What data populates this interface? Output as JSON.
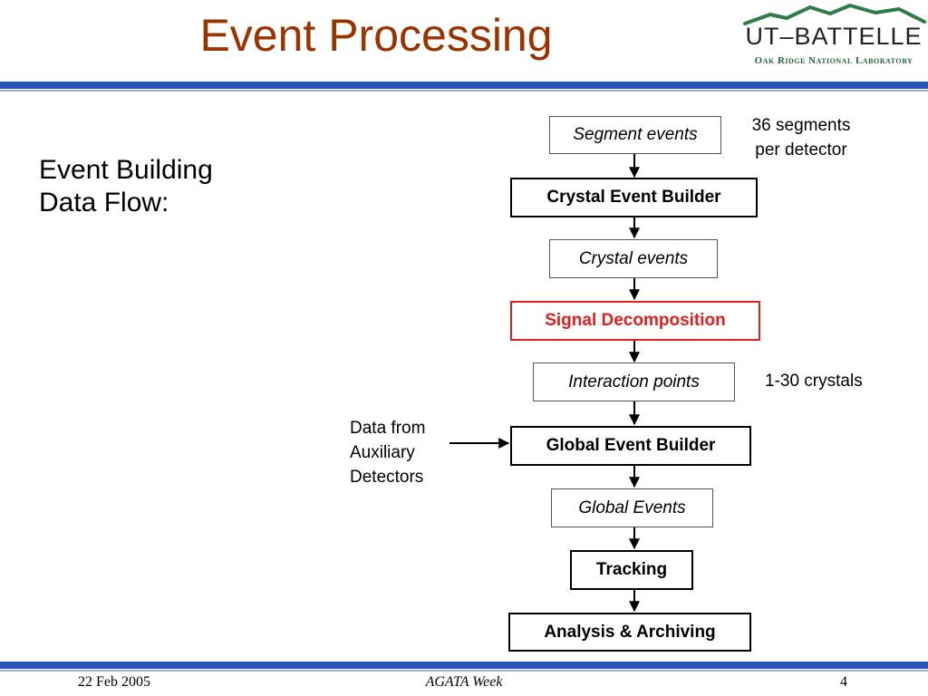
{
  "title": "Event Processing",
  "logo": {
    "name": "UT–BATTELLE",
    "subtitle": "Oak Ridge National Laboratory",
    "colors": {
      "mountain": "#2e7d46",
      "text": "#222222"
    }
  },
  "subtitle_lines": [
    "Event Building",
    "Data Flow:"
  ],
  "flow": {
    "segment_events": "Segment events",
    "crystal_event_builder": "Crystal Event Builder",
    "crystal_events": "Crystal events",
    "signal_decomposition": "Signal Decomposition",
    "interaction_points": "Interaction points",
    "global_event_builder": "Global Event Builder",
    "global_events": "Global Events",
    "tracking": "Tracking",
    "analysis_archiving": "Analysis & Archiving"
  },
  "notes": {
    "segments_line1": "36 segments",
    "segments_line2": "per detector",
    "crystals": "1-30 crystals",
    "aux_line1": "Data from",
    "aux_line2": "Auxiliary",
    "aux_line3": "Detectors"
  },
  "footer": {
    "date": "22 Feb 2005",
    "event": "AGATA Week",
    "page": "4"
  },
  "colors": {
    "title": "#993300",
    "rule": "#2a56b8",
    "highlight": "#e02020"
  }
}
